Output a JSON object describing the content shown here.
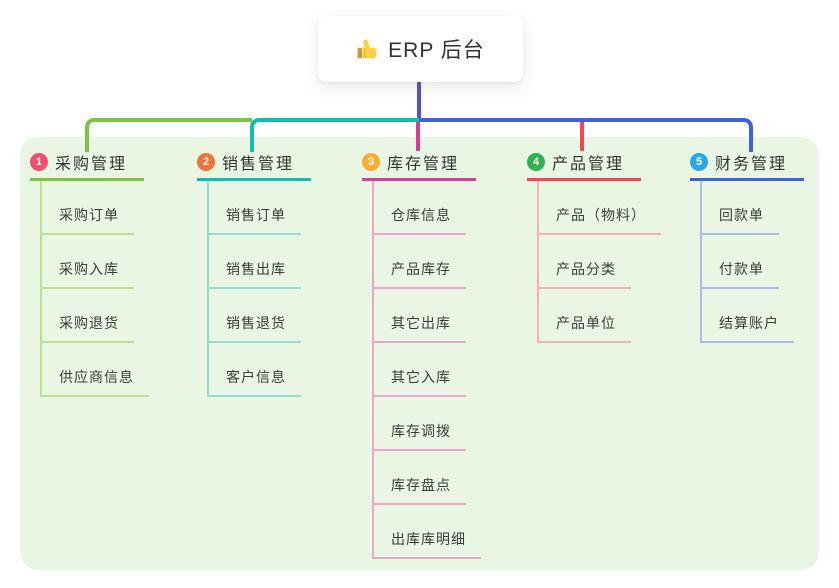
{
  "root": {
    "title": "ERP 后台",
    "icon": "thumbs-up"
  },
  "colors": {
    "page_bg": "#ffffff",
    "panel_bg": "#e9f6e4",
    "root_line": "#5152d1",
    "text": "#333333"
  },
  "branches": [
    {
      "badge": "1",
      "label": "采购管理",
      "badge_color": "#f1506b",
      "line_color": "#7cc243",
      "child_line_color": "#b9e093",
      "children": [
        "采购订单",
        "采购入库",
        "采购退货",
        "供应商信息"
      ]
    },
    {
      "badge": "2",
      "label": "销售管理",
      "badge_color": "#f3703a",
      "line_color": "#0cbfb0",
      "child_line_color": "#8edcd4",
      "children": [
        "销售订单",
        "销售出库",
        "销售退货",
        "客户信息"
      ]
    },
    {
      "badge": "3",
      "label": "库存管理",
      "badge_color": "#fbad33",
      "line_color": "#d63d97",
      "child_line_color": "#efa4cf",
      "children": [
        "仓库信息",
        "产品库存",
        "其它出库",
        "其它入库",
        "库存调拨",
        "库存盘点",
        "出库库明细"
      ]
    },
    {
      "badge": "4",
      "label": "产品管理",
      "badge_color": "#2fb350",
      "line_color": "#f5494f",
      "child_line_color": "#f9b0b2",
      "children": [
        "产品（物料）",
        "产品分类",
        "产品单位"
      ]
    },
    {
      "badge": "5",
      "label": "财务管理",
      "badge_color": "#2ba7e8",
      "line_color": "#3c63d8",
      "child_line_color": "#a9bdea",
      "children": [
        "回款单",
        "付款单",
        "结算账户"
      ]
    }
  ]
}
